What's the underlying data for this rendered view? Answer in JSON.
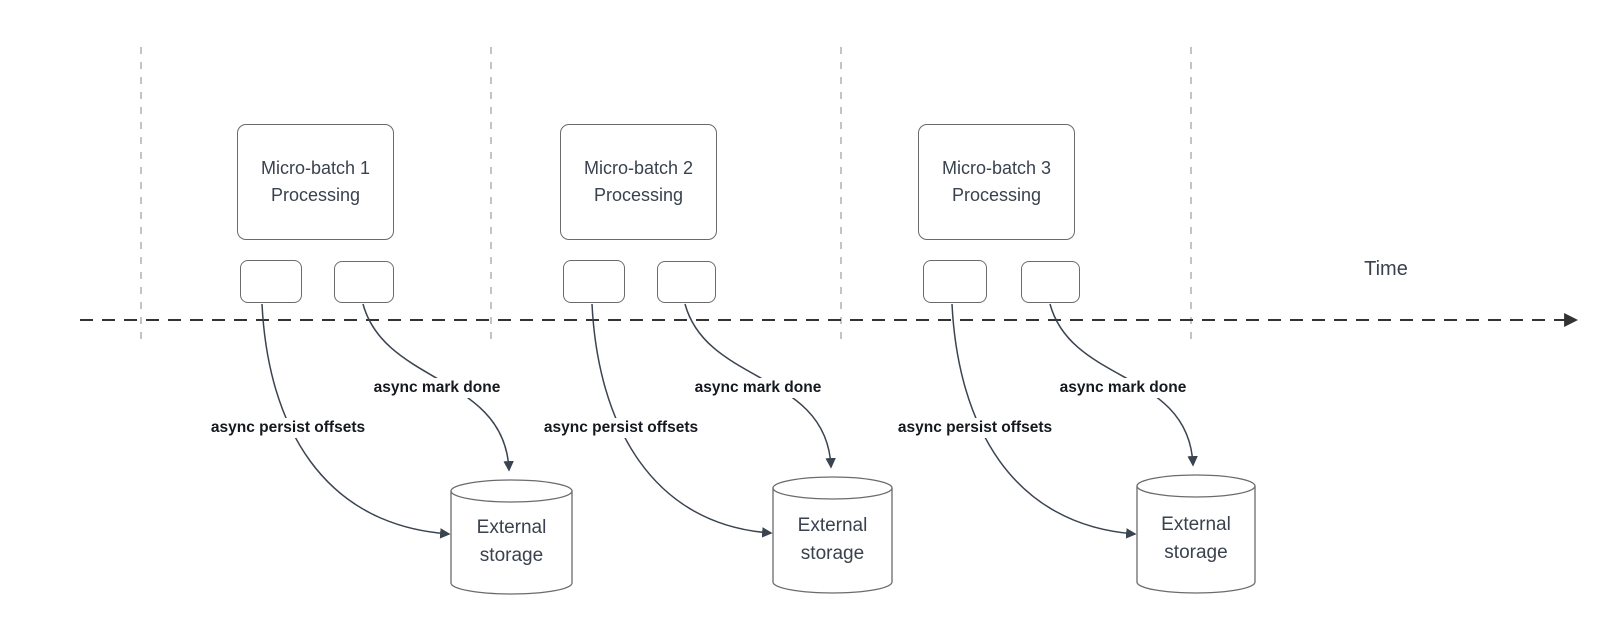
{
  "diagram": {
    "time_axis_label": "Time",
    "sections": [
      {
        "batch_label": "Micro-batch 1\nProcessing",
        "persist_label": "async persist offsets",
        "mark_done_label": "async mark done",
        "storage_label": "External\nstorage"
      },
      {
        "batch_label": "Micro-batch 2\nProcessing",
        "persist_label": "async persist offsets",
        "mark_done_label": "async mark done",
        "storage_label": "External\nstorage"
      },
      {
        "batch_label": "Micro-batch 3\nProcessing",
        "persist_label": "async persist offsets",
        "mark_done_label": "async mark done",
        "storage_label": "External\nstorage"
      }
    ],
    "colors": {
      "shape_stroke": "#6b6b6b",
      "connector_stroke": "#3a4350",
      "timeline_stroke": "#333333",
      "lane_divider_stroke": "#a5a5aa",
      "box_text": "#39424e",
      "label_text": "#15191f"
    }
  }
}
